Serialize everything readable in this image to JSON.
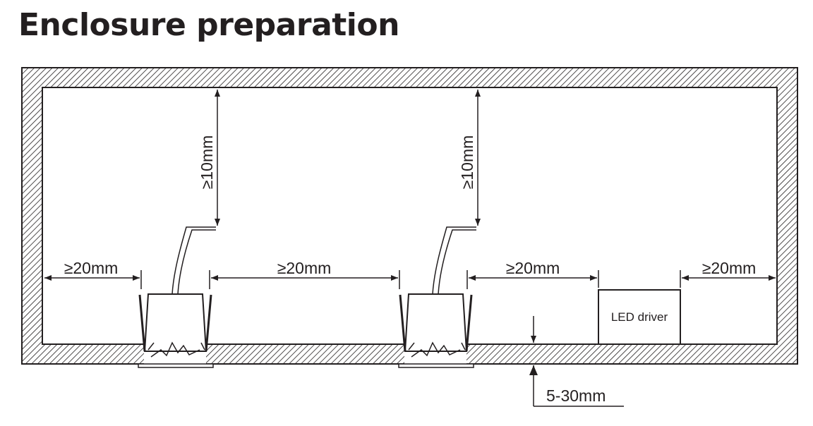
{
  "title": "Enclosure preparation",
  "labels": {
    "top_clearance_left": "≥10mm",
    "top_clearance_right": "≥10mm",
    "gap_wall_to_lamp1": "≥20mm",
    "gap_lamp1_to_lamp2": "≥20mm",
    "gap_lamp2_to_driver": "≥20mm",
    "gap_driver_to_wall": "≥20mm",
    "led_driver": "LED driver",
    "panel_thickness": "5-30mm"
  },
  "colors": {
    "line": "#231f20",
    "background": "#ffffff"
  }
}
